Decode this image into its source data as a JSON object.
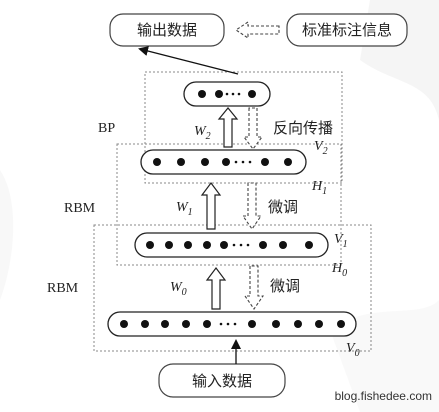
{
  "diagram": {
    "output_box": "输出数据",
    "label_info_box": "标准标注信息",
    "input_box": "输入数据",
    "stage_labels": [
      "BP",
      "RBM",
      "RBM"
    ],
    "weights": {
      "w2": {
        "letter": "W",
        "sub": "2"
      },
      "w1": {
        "letter": "W",
        "sub": "1"
      },
      "w0": {
        "letter": "W",
        "sub": "0"
      }
    },
    "layer_labels": {
      "v2": {
        "letter": "V",
        "sub": "2"
      },
      "h1": {
        "letter": "H",
        "sub": "1"
      },
      "v1": {
        "letter": "V",
        "sub": "1"
      },
      "h0": {
        "letter": "H",
        "sub": "0"
      },
      "v0": {
        "letter": "V",
        "sub": "0"
      }
    },
    "backprop_text": "反向传播",
    "finetune_text_1": "微调",
    "finetune_text_2": "微调",
    "watermark": "blog.fishedee.com"
  }
}
